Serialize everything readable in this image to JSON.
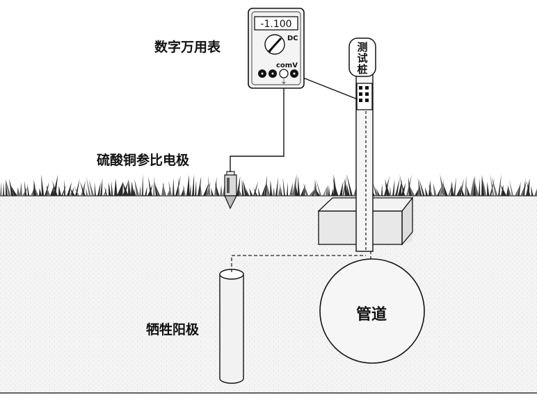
{
  "labels": {
    "multimeter": "数字万用表",
    "reference_electrode": "硫酸铜参比电极",
    "test_post": [
      "测",
      "试",
      "桩"
    ],
    "pipeline": "管道",
    "anode": "牺牲阳极"
  },
  "meter": {
    "reading": "-1.100",
    "mode": "DC",
    "terminal_label": "comV",
    "ground_symbol": "⏚"
  },
  "colors": {
    "ink": "#111111",
    "soil": "#f2f2f2",
    "grass": "#333333"
  }
}
